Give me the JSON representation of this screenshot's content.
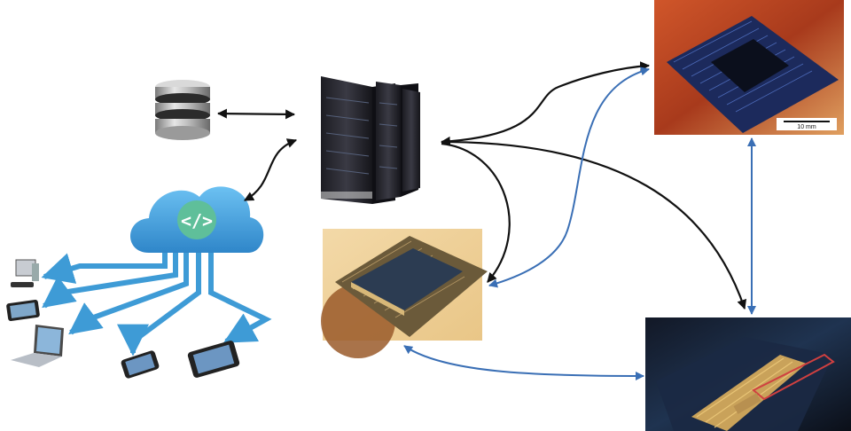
{
  "nodes": {
    "database": {
      "icon": "database-icon"
    },
    "server": {
      "icon": "server-rack-icon"
    },
    "cloud": {
      "icon": "cloud-code-icon",
      "glyph": "</>"
    },
    "devices": [
      "desktop-computer-icon",
      "phone-icon",
      "laptop-icon",
      "smartphone-icon",
      "tablet-icon"
    ],
    "chip_photos": [
      "quantum-chip-photo-large",
      "quantum-chip-photo-packaged",
      "chip-photo-wirebonded"
    ]
  },
  "labels": {
    "scale_bar": "10 mm"
  },
  "colors": {
    "classical_link": "#111111",
    "quantum_link": "#3a6fb5",
    "cloud": "#4aa3e0",
    "cloud_glyph_bg": "#5fbf9a"
  }
}
